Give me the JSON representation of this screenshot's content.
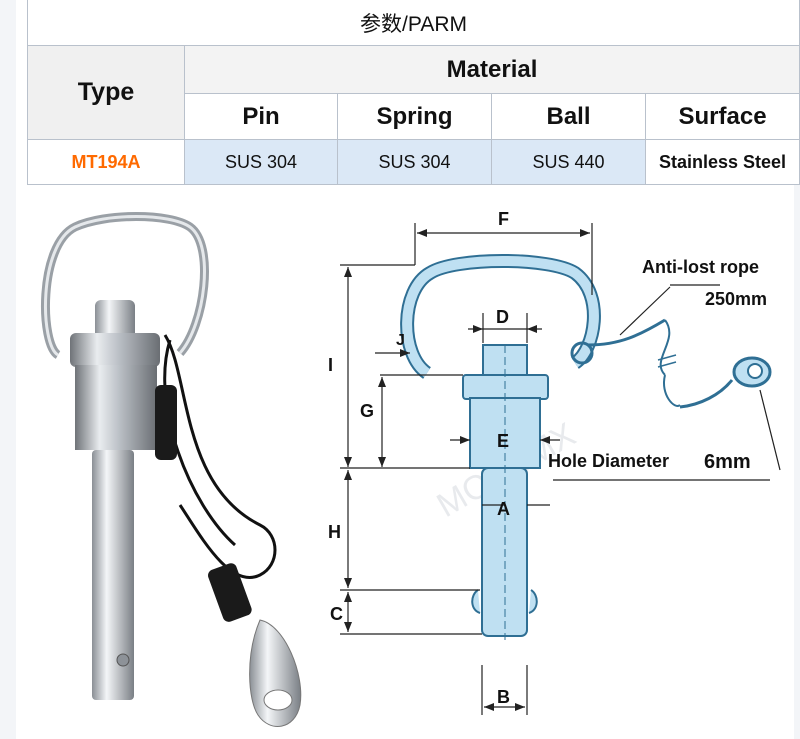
{
  "table": {
    "title": "参数/PARM",
    "type_header": "Type",
    "material_header": "Material",
    "columns": [
      "Pin",
      "Spring",
      "Ball",
      "Surface"
    ],
    "row": {
      "model": "MT194A",
      "values": [
        "SUS 304",
        "SUS 304",
        "SUS 440",
        "Stainless Steel"
      ]
    }
  },
  "diagram": {
    "dimension_labels": {
      "F": "F",
      "D": "D",
      "J": "J",
      "I": "I",
      "G": "G",
      "E": "E",
      "A": "A",
      "H": "H",
      "C": "C",
      "B": "B"
    },
    "rope_label": "Anti-lost rope",
    "rope_length": "250mm",
    "hole_label": "Hole Diameter",
    "hole_value": "6mm",
    "watermark": "MONSMX"
  },
  "colors": {
    "model_text": "#ff6a00",
    "value_cell_bg": "#dbe8f6",
    "pin_fill": "#bfe0f2",
    "pin_stroke": "#2f6f94"
  }
}
